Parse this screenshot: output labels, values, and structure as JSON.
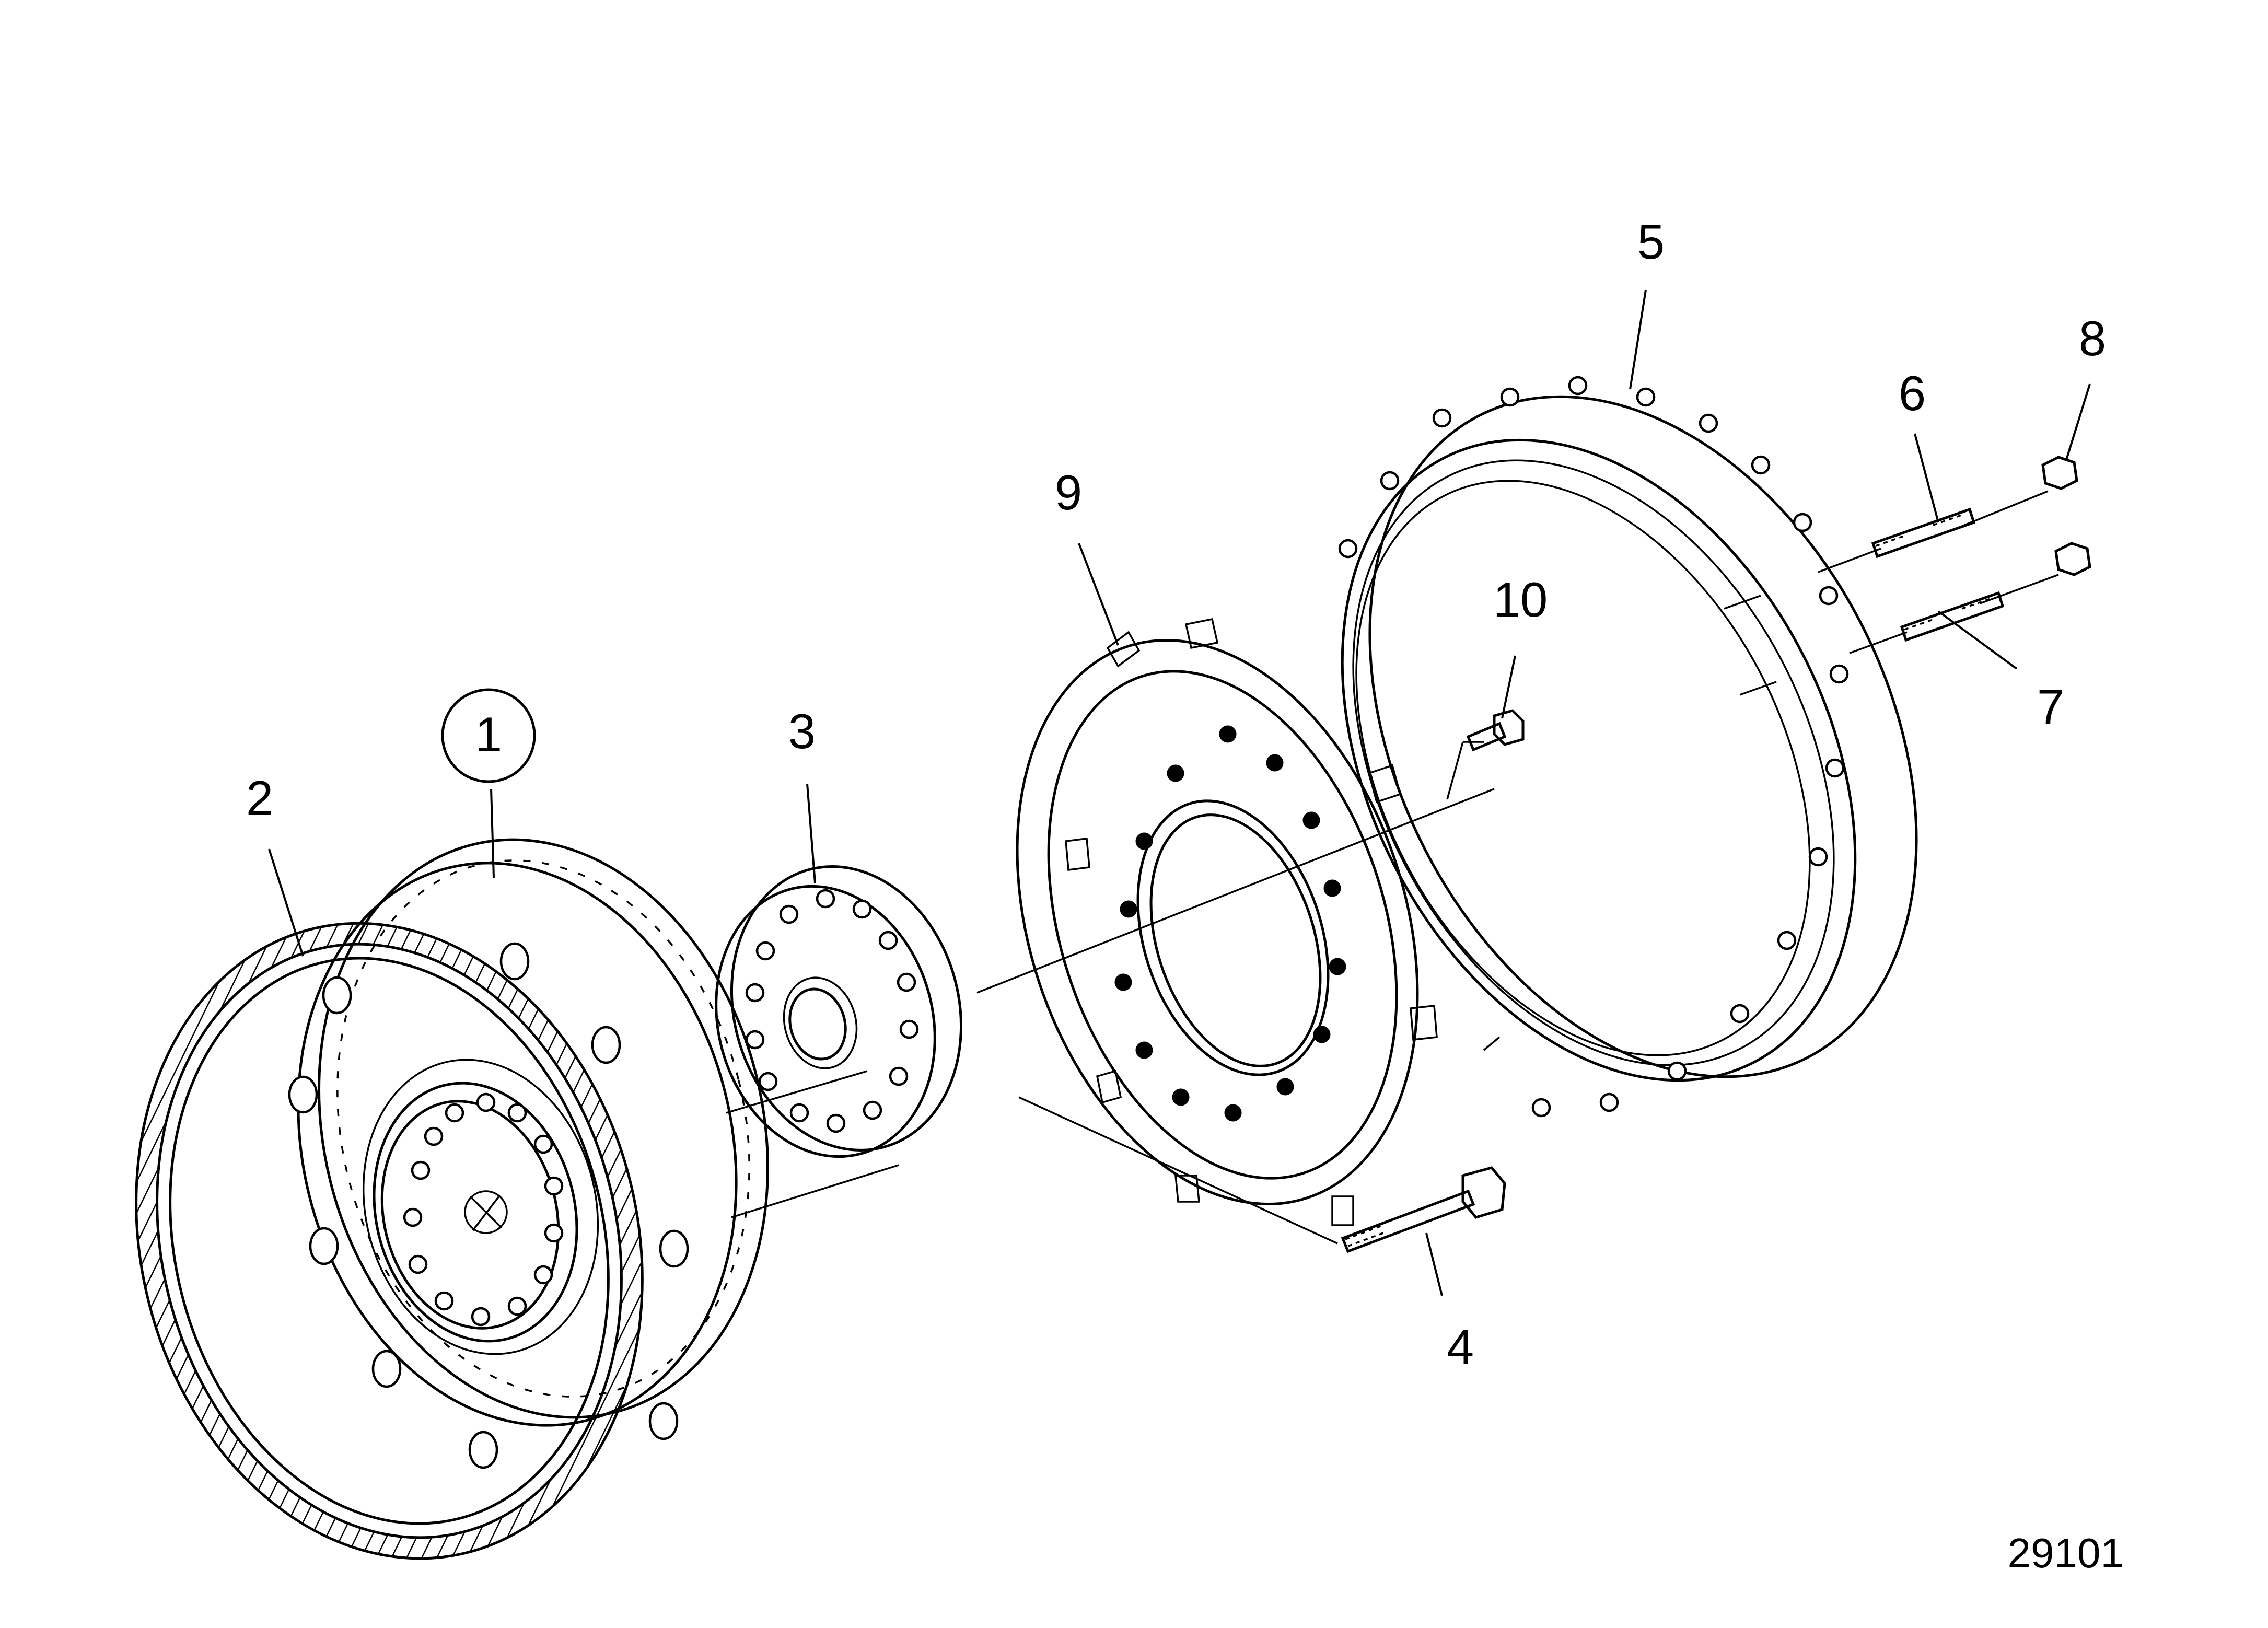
{
  "drawing_number": "29101",
  "callouts": [
    {
      "id": "1",
      "label": "1",
      "circled": true
    },
    {
      "id": "2",
      "label": "2"
    },
    {
      "id": "3",
      "label": "3"
    },
    {
      "id": "4",
      "label": "4"
    },
    {
      "id": "5",
      "label": "5"
    },
    {
      "id": "6",
      "label": "6"
    },
    {
      "id": "7",
      "label": "7"
    },
    {
      "id": "8",
      "label": "8"
    },
    {
      "id": "9",
      "label": "9"
    },
    {
      "id": "10",
      "label": "10"
    }
  ],
  "parts": [
    {
      "callout": "1",
      "icon": "flywheel-icon"
    },
    {
      "callout": "2",
      "icon": "ring-gear-icon"
    },
    {
      "callout": "3",
      "icon": "hub-icon"
    },
    {
      "callout": "4",
      "icon": "bolt-icon"
    },
    {
      "callout": "5",
      "icon": "flywheel-housing-ring-icon"
    },
    {
      "callout": "6",
      "icon": "stud-icon"
    },
    {
      "callout": "7",
      "icon": "stud-icon"
    },
    {
      "callout": "8",
      "icon": "nut-icon"
    },
    {
      "callout": "9",
      "icon": "flex-plate-icon"
    },
    {
      "callout": "10",
      "icon": "screw-icon"
    }
  ]
}
